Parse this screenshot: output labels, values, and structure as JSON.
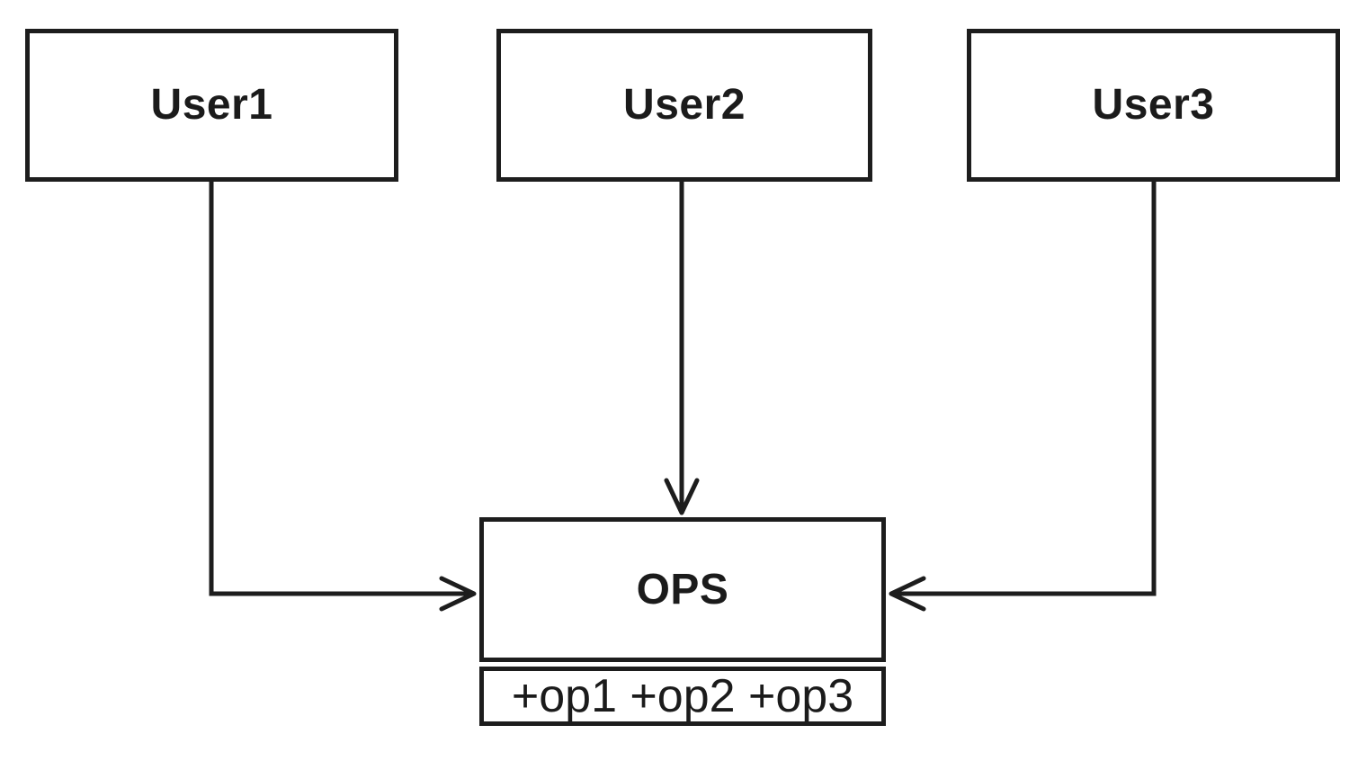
{
  "diagram": {
    "title": "users-to-ops-diagram",
    "background_color": "#ffffff",
    "stroke_color": "#1d1d1d",
    "text_color": "#1b1b1b",
    "nodes": {
      "user1": {
        "label": "User1"
      },
      "user2": {
        "label": "User2"
      },
      "user3": {
        "label": "User3"
      },
      "ops": {
        "label": "OPS",
        "operations": "+op1 +op2 +op3",
        "operations_list": [
          "+op1",
          "+op2",
          "+op3"
        ]
      }
    },
    "edges": [
      {
        "from": "User1",
        "to": "OPS",
        "arrowhead": "open",
        "route": "down-then-right",
        "enters": "ops-left-edge"
      },
      {
        "from": "User2",
        "to": "OPS",
        "arrowhead": "open",
        "route": "straight-down",
        "enters": "ops-top-edge"
      },
      {
        "from": "User3",
        "to": "OPS",
        "arrowhead": "open",
        "route": "down-then-left",
        "enters": "ops-right-edge"
      }
    ]
  }
}
